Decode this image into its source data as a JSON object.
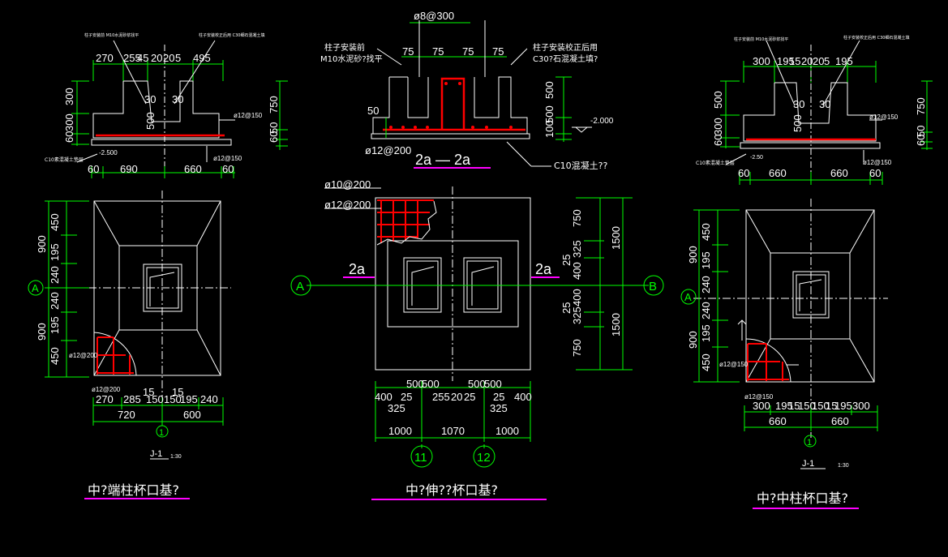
{
  "colors": {
    "background": "#000000",
    "dimension": "#00ff00",
    "outline": "#ffffff",
    "rebar": "#ff0000",
    "title_underline": "#ff00ff",
    "leader": "#ffffff"
  },
  "left": {
    "section": {
      "top_dims": [
        "270",
        "255",
        "45",
        "20",
        "20",
        "5",
        "495"
      ],
      "note_left": "柱子安装前 M10水泥砂浆找平",
      "note_right": "柱子安装校正后用 C30细石混凝土填",
      "angle_a": "30",
      "angle_b": "30",
      "dim_500": "500",
      "left_dims": [
        "300",
        "60",
        "300"
      ],
      "right_dims": [
        "750",
        "60",
        "50"
      ],
      "rebar_label_1": "ø12@150",
      "rebar_label_2": "ø12@150",
      "elevation": "-2.500",
      "c10_label": "C10素混凝土垫层",
      "bottom_dims": [
        "60",
        "690",
        "660",
        "60"
      ]
    },
    "plan": {
      "axis": "A",
      "axis_bottom": "1",
      "left_dims_outer": [
        "900",
        "900"
      ],
      "left_dims_inner": [
        "450",
        "195",
        "240",
        "240",
        "195",
        "450"
      ],
      "rebar_label": "ø12@200",
      "rebar_label_2": "ø12@200",
      "bottom_dims_top": [
        "270",
        "285",
        "15",
        "150",
        "150",
        "195",
        "240"
      ],
      "bottom_dims_15": "15",
      "bottom_dims": [
        "720",
        "600"
      ],
      "tag": "J-1",
      "scale": "1:30",
      "title": "中?端柱杯口基?"
    }
  },
  "middle": {
    "section": {
      "top_rebar": "ø8@300",
      "note_left_1": "柱子安装前",
      "note_left_2": "M10水泥砂?找平",
      "note_right_1": "柱子安装校正后用",
      "note_right_2": "C30?石混凝土填?",
      "top_dims": [
        "75",
        "75",
        "75",
        "75"
      ],
      "dim_50": "50",
      "dim_500": "500",
      "dim_100": "100",
      "dim_500b": "500",
      "elevation": "-2.000",
      "rebar_bottom": "ø12@200",
      "section_tag": "2a — 2a",
      "c10_label": "C10混凝土??"
    },
    "plan": {
      "rebar_1": "ø10@200",
      "rebar_2": "ø12@200",
      "axis_left": "A",
      "axis_right": "B",
      "cut_left": "2a",
      "cut_right": "2a",
      "right_dims_inner": [
        "750",
        "325",
        "25",
        "400",
        "400",
        "25",
        "325",
        "750"
      ],
      "right_dims_outer": [
        "1500",
        "1500"
      ],
      "bottom_dims_top": [
        "500",
        "500",
        "500",
        "500"
      ],
      "bottom_dims_mid": [
        "400",
        "25",
        "255",
        "20",
        "25",
        "25",
        "400"
      ],
      "dim_325a": "325",
      "dim_325b": "325",
      "bottom_dims": [
        "1000",
        "1070",
        "1000"
      ],
      "axis_11": "11",
      "axis_12": "12",
      "title": "中?伸??杯口基?"
    }
  },
  "right": {
    "section": {
      "top_dims": [
        "300",
        "195",
        "15",
        "20",
        "20",
        "5",
        "195"
      ],
      "note_left": "柱子安装前 M10水泥砂浆找平",
      "note_right": "柱子安装校正后用 C30细石混凝土填",
      "angle_a": "30",
      "angle_b": "30",
      "dim_500": "500",
      "left_dims": [
        "500",
        "60",
        "300"
      ],
      "right_dims": [
        "750",
        "60",
        "50"
      ],
      "rebar_label_1": "ø12@150",
      "rebar_label_2": "ø12@150",
      "elevation": "-2.50",
      "c10_label": "C10素混凝土垫层",
      "bottom_dims": [
        "60",
        "660",
        "660",
        "60"
      ]
    },
    "plan": {
      "axis": "A",
      "axis_bottom": "1",
      "left_dims_outer": [
        "900",
        "900"
      ],
      "left_dims_inner": [
        "450",
        "195",
        "240",
        "240",
        "195",
        "450"
      ],
      "rebar_label": "ø12@150",
      "rebar_label_2": "ø12@150",
      "bottom_dims_top": [
        "300",
        "195",
        "15",
        "150",
        "150",
        "15",
        "195",
        "300"
      ],
      "bottom_dims": [
        "660",
        "660"
      ],
      "tag": "J-1",
      "scale": "1:30",
      "title": "中?中柱杯口基?"
    }
  }
}
